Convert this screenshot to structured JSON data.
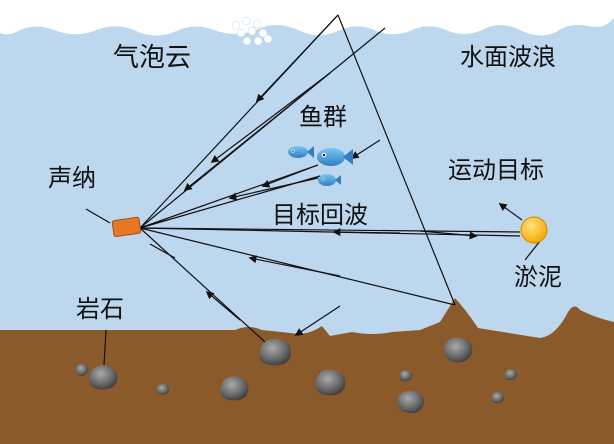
{
  "labels": {
    "bubble_cloud": "气泡云",
    "surface_waves": "水面波浪",
    "fish_school": "鱼群",
    "sonar": "声纳",
    "moving_target": "运动目标",
    "target_echo": "目标回波",
    "sludge": "淤泥",
    "rock": "岩石"
  },
  "colors": {
    "water": "#bdd7ee",
    "seabed": "#8b5a2b",
    "surface_wave": "#ffffff",
    "sonar_body": "#e87722",
    "target": "#ffc000",
    "ray": "#111111",
    "fish": "#4aa3df",
    "rock": "#6e6e6e"
  },
  "icons": [
    "sonar-transducer-icon",
    "fish-icon",
    "rock-icon",
    "target-sun-icon",
    "bubble-icon"
  ]
}
